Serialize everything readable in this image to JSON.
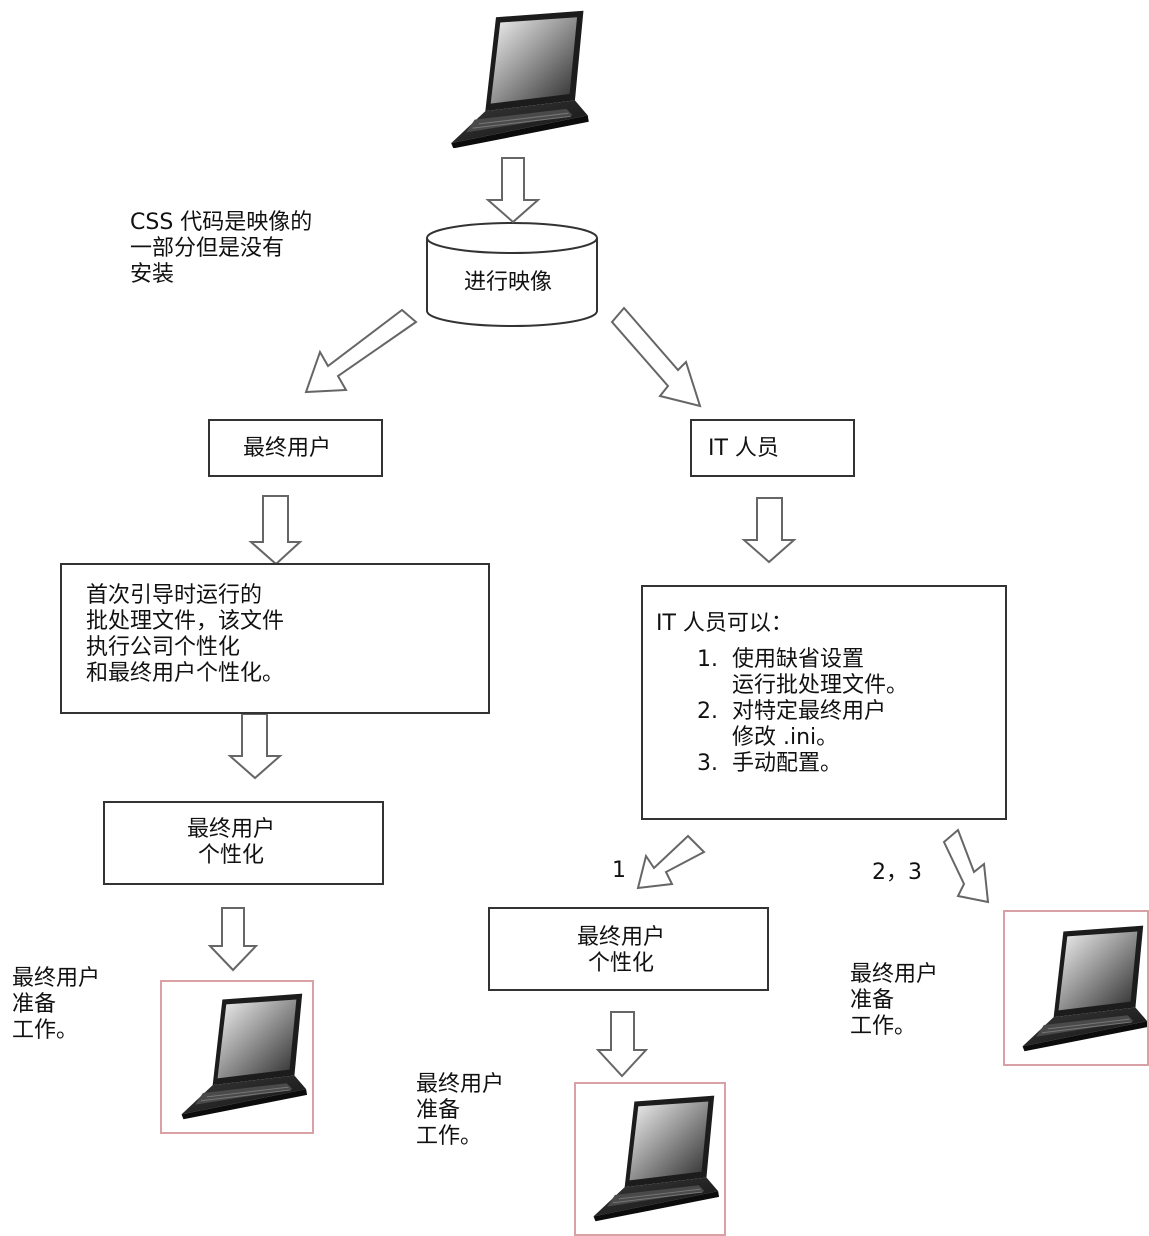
{
  "image_note": "CSS 代码是映像的\n一部分但是没有\n安装",
  "image_label": "进行映像",
  "end_user": "最终用户",
  "it_staff": "IT 人员",
  "batch_text": "首次引导时运行的\n批处理文件，该文件\n执行公司个性化\n和最终用户个性化。",
  "it_options": {
    "heading": "IT 人员可以：",
    "items": [
      "1.  使用缺省设置\n     运行批处理文件。",
      "2.  对特定最终用户\n     修改 .ini。",
      "3.  手动配置。"
    ]
  },
  "personalize": "最终用户\n个性化",
  "ready": "最终用户\n准备\n工作。",
  "path_1": "1",
  "path_23": "2，3",
  "colors": {
    "stroke": "#333333",
    "frame": "#d9a0a6",
    "fill": "#ffffff"
  },
  "icons": [
    "laptop-icon"
  ]
}
